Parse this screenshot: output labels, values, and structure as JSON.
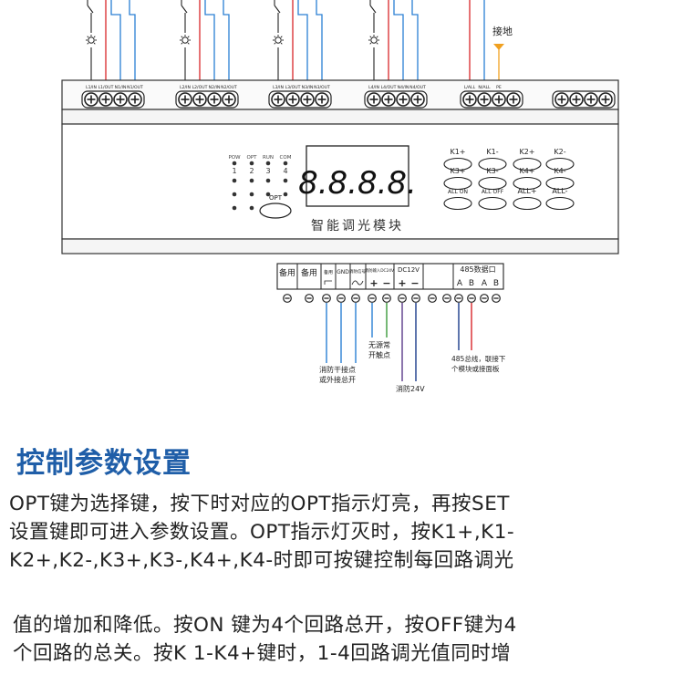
{
  "diagram": {
    "ground_label": "接地",
    "top_terminals": [
      {
        "labels": [
          "L1/IN",
          "L1/OUT",
          "N1/IN",
          "N1/OUT"
        ]
      },
      {
        "labels": [
          "L2/IN",
          "L2/OUT",
          "N2/IN",
          "N2/OUT"
        ]
      },
      {
        "labels": [
          "L3/IN",
          "L3/OUT",
          "N3/IN",
          "N3/OUT"
        ]
      },
      {
        "labels": [
          "L4/IN",
          "L4/OUT",
          "N4/IN",
          "N4/OUT"
        ]
      },
      {
        "labels": [
          "L/ALL",
          "N/ALL",
          "PE",
          ""
        ]
      },
      {
        "labels": [
          "",
          "",
          "",
          ""
        ]
      }
    ],
    "indicators": {
      "labels": [
        "POW",
        "OPT",
        "RUN",
        "COM"
      ],
      "numbers": [
        "1",
        "2",
        "3",
        "4"
      ]
    },
    "opt_button": "OPT",
    "display_value": "8.8.8.8.",
    "module_name": "智能调光模块",
    "keys": [
      "K1+",
      "K1-",
      "K2+",
      "K2-",
      "K3+",
      "K3-",
      "K4+",
      "K4-",
      "ALL ON",
      "ALL OFF",
      "ALL+",
      "ALL-"
    ],
    "bottom_boxes": {
      "spare1": "备用",
      "spare2": "备用",
      "spare3": "备用",
      "gnd": "GND",
      "fire_signal": "消防信号",
      "dc24v_in": "消防输入DC24V",
      "dc12v": "DC12V",
      "rs485": "485数据口",
      "abab": [
        "A",
        "B",
        "A",
        "B"
      ]
    },
    "annotations": {
      "dry_contact": [
        "消防干接点",
        "或外接总开"
      ],
      "passive_contact": [
        "无源常",
        "开触点"
      ],
      "fire24v": "消防24V",
      "bus485": [
        "485总线，联接下",
        "个模块或接面板"
      ]
    }
  },
  "section_title": "控制参数设置",
  "paragraph1": [
    "OPT键为选择键，按下时对应的OPT指示灯亮，再按SET",
    "设置键即可进入参数设置。OPT指示灯灭时，按K1+,K1-",
    "K2+,K2-,K3+,K3-,K4+,K4-时即可按键控制每回路调光"
  ],
  "paragraph2": [
    "值的增加和降低。按ON 键为4个回路总开，按OFF键为4",
    "个回路的总关。按K 1-K4+键时，1-4回路调光值同时增"
  ],
  "colors": {
    "title": "#1f5ea8",
    "wire_blue": "#2a7fd4",
    "wire_red": "#d9252a",
    "wire_orange": "#f0a020",
    "wire_green": "#3a9a3a",
    "wire_purple": "#5a3a8a",
    "wire_navy": "#1a3a8a"
  }
}
